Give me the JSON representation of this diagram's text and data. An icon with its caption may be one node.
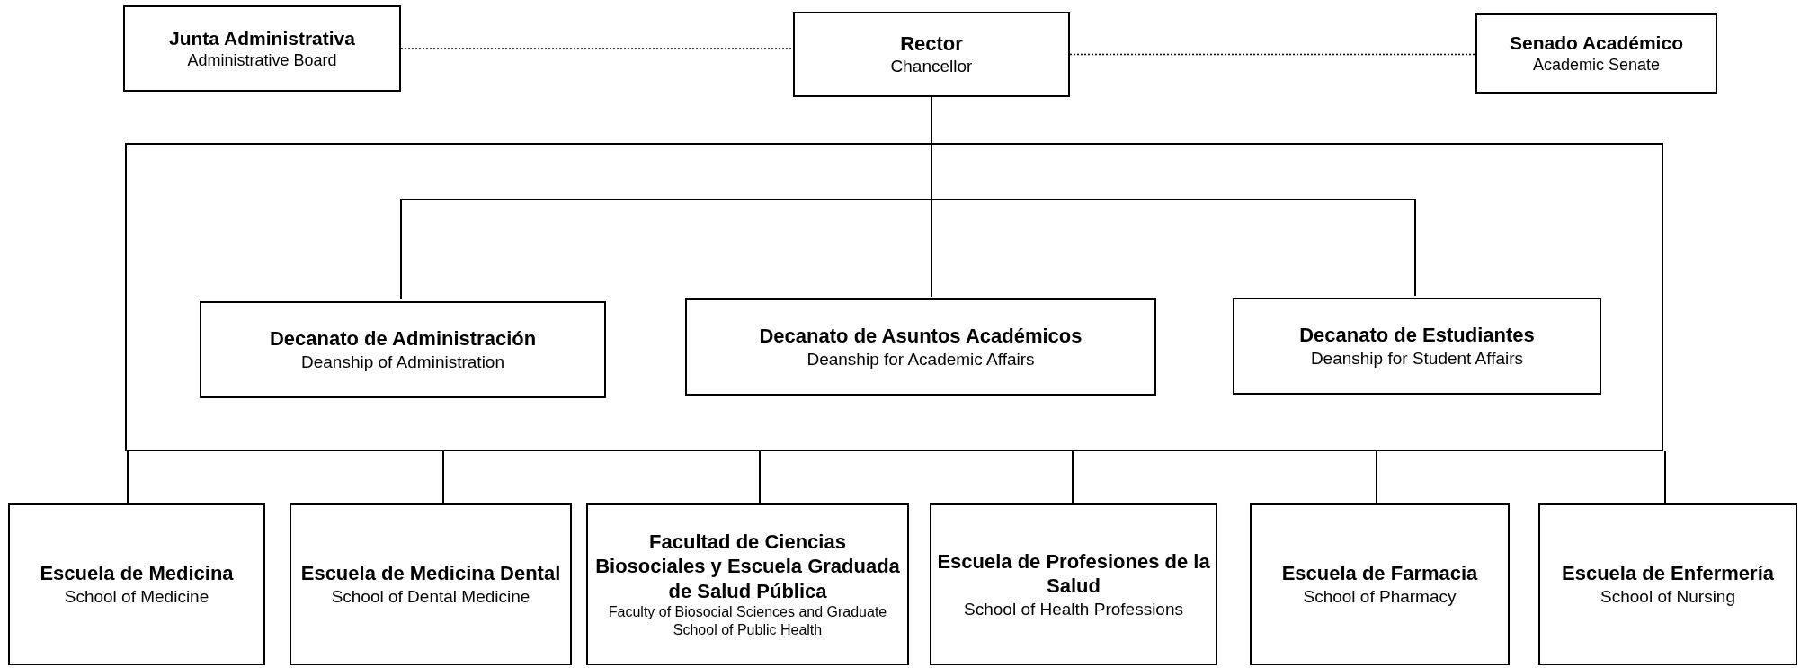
{
  "diagram": {
    "nodes": [
      {
        "text": [
          "Junta Administrativa",
          "Administrative Board"
        ]
      },
      {
        "text": [
          "Rector",
          "Chancellor"
        ]
      },
      {
        "text": [
          "Senado Académico",
          "Academic Senate"
        ]
      },
      {
        "text": [],
        "shape": "box"
      },
      {
        "text": [
          "Decanato de Administración",
          "Deanship of Administration"
        ],
        "in": 3
      },
      {
        "text": [
          "Decanato de Asuntos Académicos",
          "Deanship for Academic Affairs"
        ],
        "in": 3
      },
      {
        "text": [
          "Decanato de Estudiantes",
          "Deanship for Student Affairs"
        ],
        "in": 3
      },
      {
        "text": [
          "Escuela de Medicina",
          "School of Medicine"
        ]
      },
      {
        "text": [
          "Escuela de Medicina Dental",
          "School of Dental Medicine"
        ]
      },
      {
        "text": [
          "Facultad de Ciencias Biosociales y Escuela Graduada de Salud Pública",
          "Faculty of Biosocial Sciences and Graduate School of Public Health"
        ]
      },
      {
        "text": [
          "Escuela de Profesiones de la Salud",
          "School of Health Professions"
        ]
      },
      {
        "text": [
          "Escuela de Farmacia",
          "School of Pharmacy"
        ]
      },
      {
        "text": [
          "Escuela de Enfermería",
          "School of Nursing"
        ]
      }
    ],
    "edges": [
      {
        "from": 0,
        "to": 1,
        "arrow": "none",
        "style": "dashed"
      },
      {
        "from": 1,
        "to": 2,
        "arrow": "none",
        "style": "dashed"
      },
      {
        "from": 1,
        "to": 4,
        "arrow": "none"
      },
      {
        "from": 1,
        "to": 5,
        "arrow": "none"
      },
      {
        "from": 1,
        "to": 6,
        "arrow": "none"
      },
      {
        "from": 3,
        "to": 7,
        "arrow": "none"
      },
      {
        "from": 3,
        "to": 8,
        "arrow": "none"
      },
      {
        "from": 3,
        "to": 9,
        "arrow": "none"
      },
      {
        "from": 3,
        "to": 10,
        "arrow": "none"
      },
      {
        "from": 3,
        "to": 11,
        "arrow": "none"
      },
      {
        "from": 3,
        "to": 12,
        "arrow": "none"
      }
    ]
  }
}
